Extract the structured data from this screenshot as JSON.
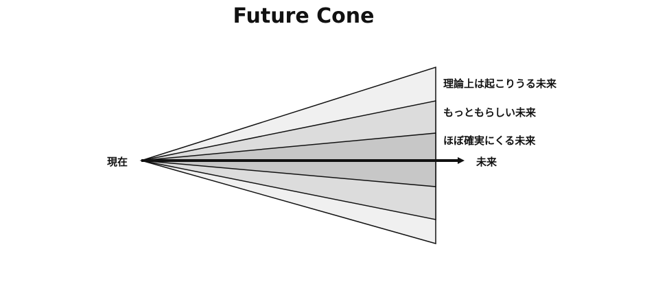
{
  "title": "Future Cone",
  "labels": {
    "now": "現在",
    "future": "未来",
    "possible": "理論上は起こりうる未来",
    "plausible": "もっともらしい未来",
    "probable": "ほぼ確実にくる未来"
  },
  "colors": {
    "outer_band": "#f0f0f0",
    "middle_band": "#dcdcdc",
    "inner_band": "#c7c7c7",
    "stroke": "#111111",
    "text": "#111111"
  }
}
